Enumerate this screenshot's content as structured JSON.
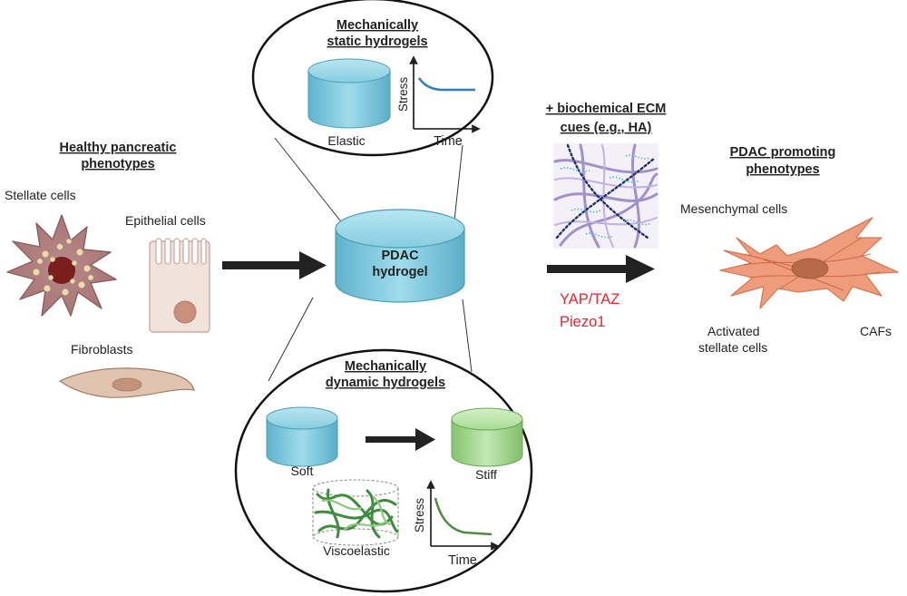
{
  "healthy": {
    "title_line1": "Healthy pancreatic",
    "title_line2": "phenotypes",
    "stellate": "Stellate cells",
    "epithelial": "Epithelial cells",
    "fibroblasts": "Fibroblasts"
  },
  "static": {
    "title_line1": "Mechanically",
    "title_line2": "static hydrogels",
    "elastic": "Elastic",
    "stress": "Stress",
    "time": "Time"
  },
  "center": {
    "line1": "PDAC",
    "line2": "hydrogel"
  },
  "dynamic": {
    "title_line1": "Mechanically",
    "title_line2": "dynamic hydrogels",
    "soft": "Soft",
    "stiff": "Stiff",
    "viscoelastic": "Viscoelastic",
    "stress": "Stress",
    "time": "Time"
  },
  "ecm": {
    "line1": "+ biochemical ECM",
    "line2": "cues (e.g., HA)"
  },
  "signals": {
    "yap": "YAP/TAZ",
    "piezo": "Piezo1"
  },
  "promoting": {
    "title_line1": "PDAC promoting",
    "title_line2": "phenotypes",
    "mesenchymal": "Mesenchymal cells",
    "activated_line1": "Activated",
    "activated_line2": "stellate cells",
    "cafs": "CAFs"
  },
  "colors": {
    "hydrogel_blue": "#7ec8dc",
    "hydrogel_green": "#9fd48c",
    "signal_red": "#e8262b",
    "cell_orange": "#ec9470"
  }
}
